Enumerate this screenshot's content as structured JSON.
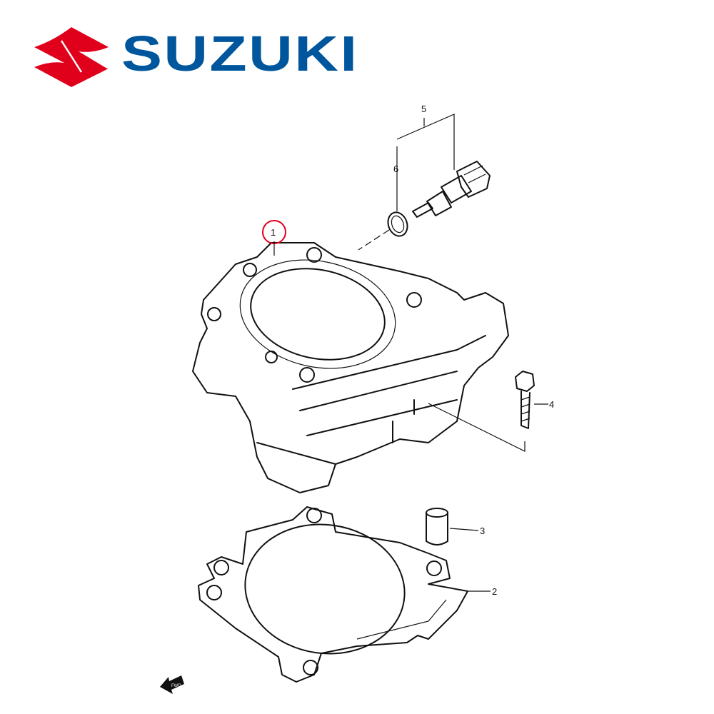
{
  "brand": {
    "name": "SUZUKI",
    "logo_color_red": "#e0001b",
    "logo_color_blue": "#00569c"
  },
  "diagram": {
    "callouts": [
      {
        "id": "1",
        "label": "1",
        "highlighted": true
      },
      {
        "id": "2",
        "label": "2"
      },
      {
        "id": "3",
        "label": "3"
      },
      {
        "id": "4",
        "label": "4"
      },
      {
        "id": "5",
        "label": "5"
      },
      {
        "id": "6",
        "label": "6"
      }
    ],
    "highlight_color": "#e0001b",
    "fwd_label": "FWD"
  }
}
